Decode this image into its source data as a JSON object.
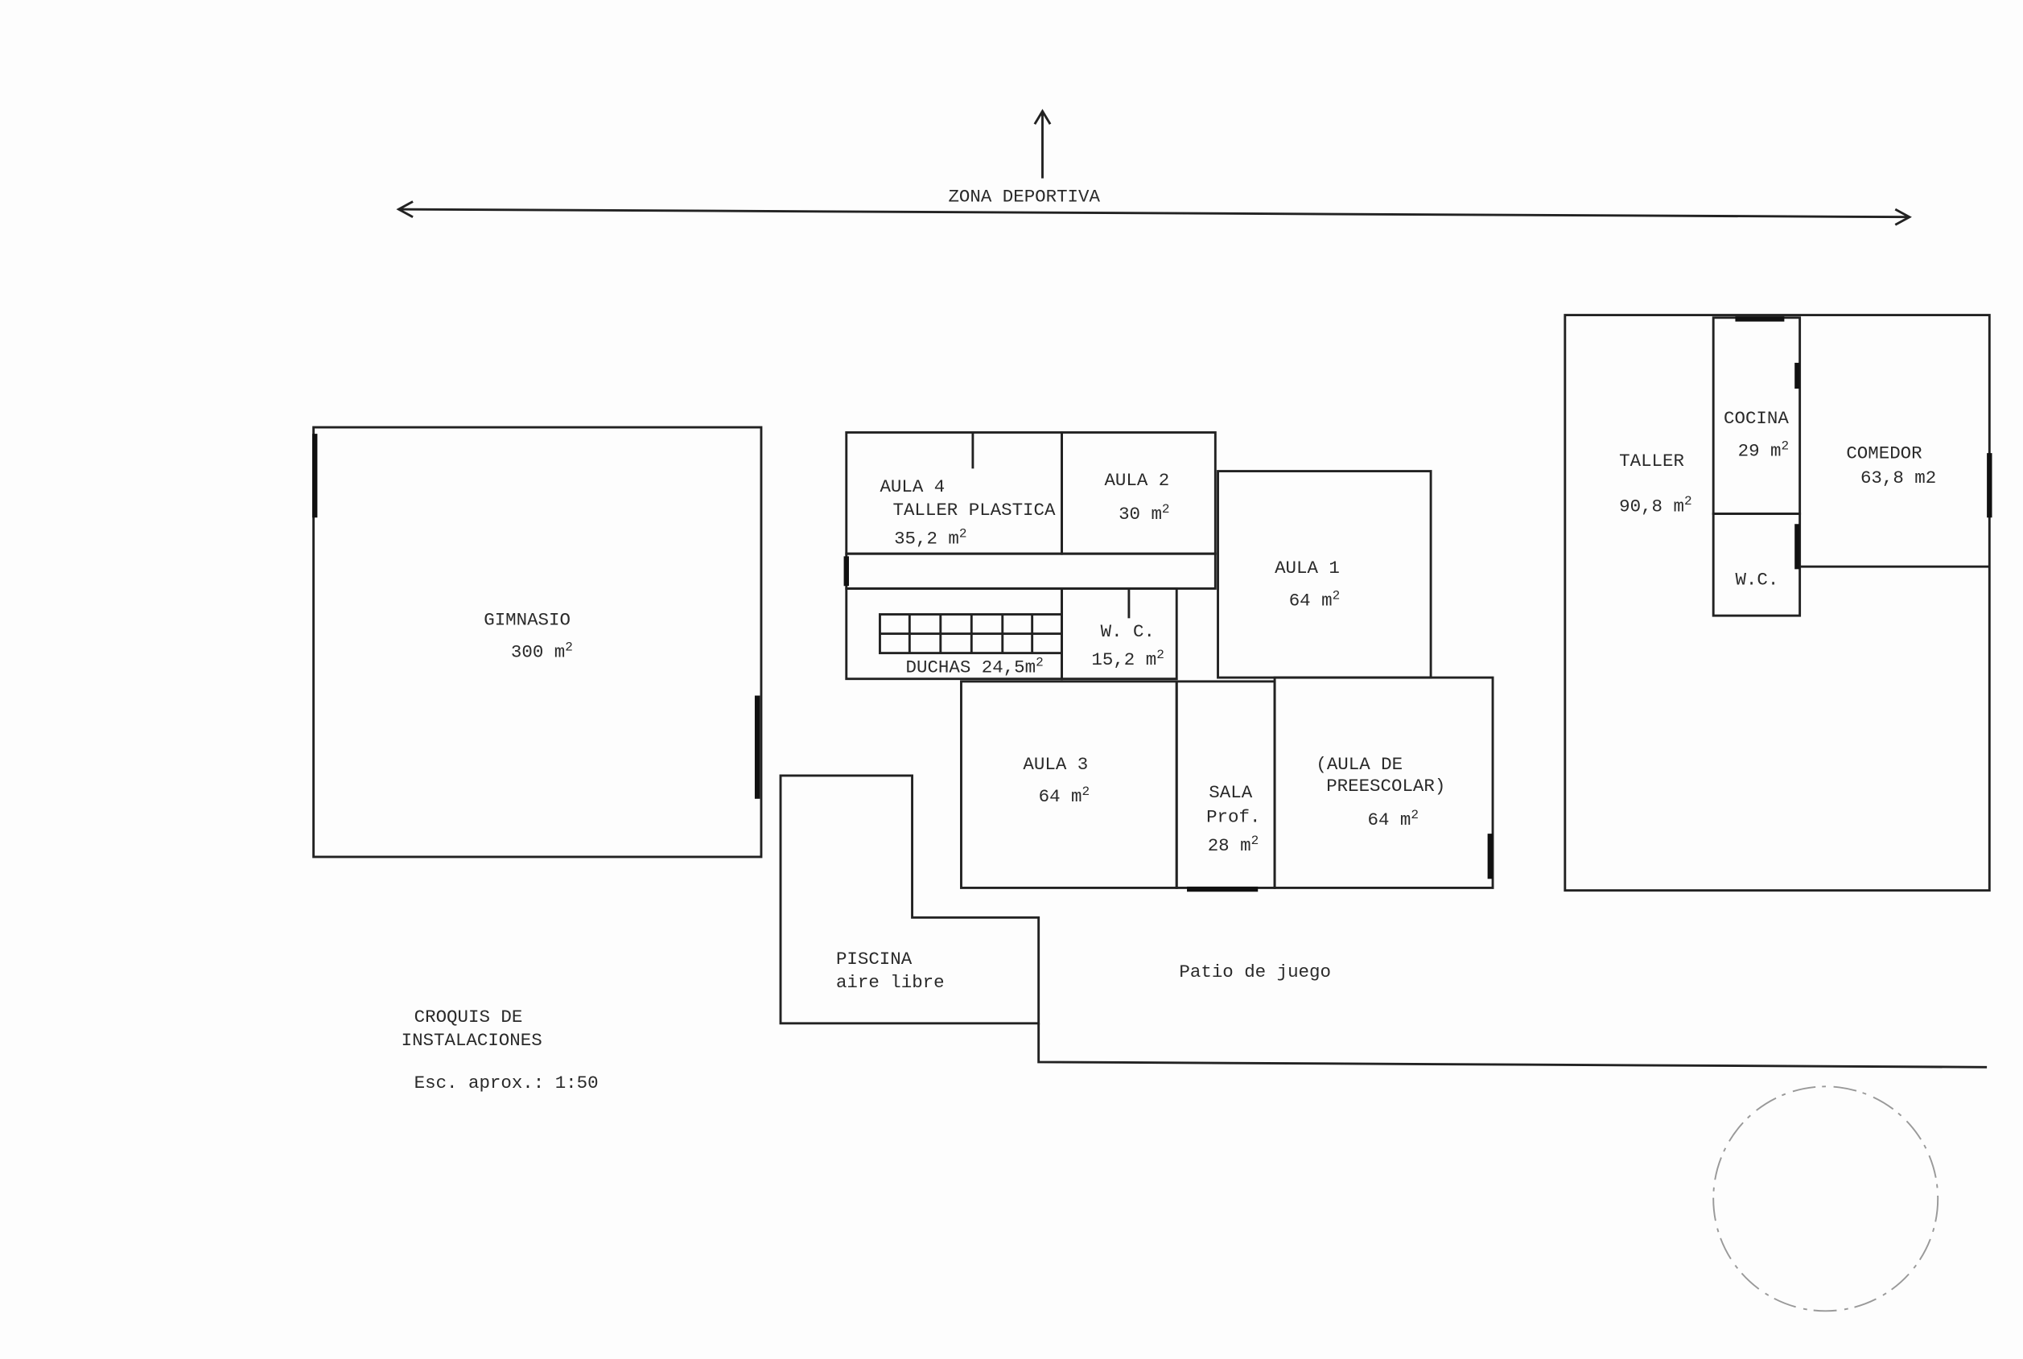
{
  "title": "CROQUIS DE",
  "title2": "INSTALACIONES",
  "scale": "Esc. aprox.: 1:50",
  "zona": "ZONA DEPORTIVA",
  "patio": "Patio de juego",
  "sup": "2",
  "rooms": {
    "gimnasio": {
      "name": "GIMNASIO",
      "area": "300 m"
    },
    "aula4": {
      "name": "AULA  4",
      "sub": "TALLER PLASTICA",
      "area": "35,2 m"
    },
    "aula2": {
      "name": "AULA 2",
      "area": "30 m"
    },
    "aula1": {
      "name": "AULA 1",
      "area": "64 m"
    },
    "duchas": {
      "name": "DUCHAS 24,5m"
    },
    "wc1": {
      "name": "W. C.",
      "area": "15,2 m"
    },
    "aula3": {
      "name": "AULA 3",
      "area": "64 m"
    },
    "sala": {
      "name": "SALA",
      "sub": "Prof.",
      "area": "28 m"
    },
    "preescolar": {
      "name": "(AULA DE",
      "sub": "PREESCOLAR)",
      "area": "64 m"
    },
    "piscina": {
      "name": "PISCINA",
      "sub": "aire libre"
    },
    "taller": {
      "name": "TALLER",
      "area": "90,8 m"
    },
    "cocina": {
      "name": "COCINA",
      "area": "29 m"
    },
    "comedor": {
      "name": "COMEDOR",
      "area": "63,8 m2"
    },
    "wc2": {
      "name": "W.C."
    }
  }
}
